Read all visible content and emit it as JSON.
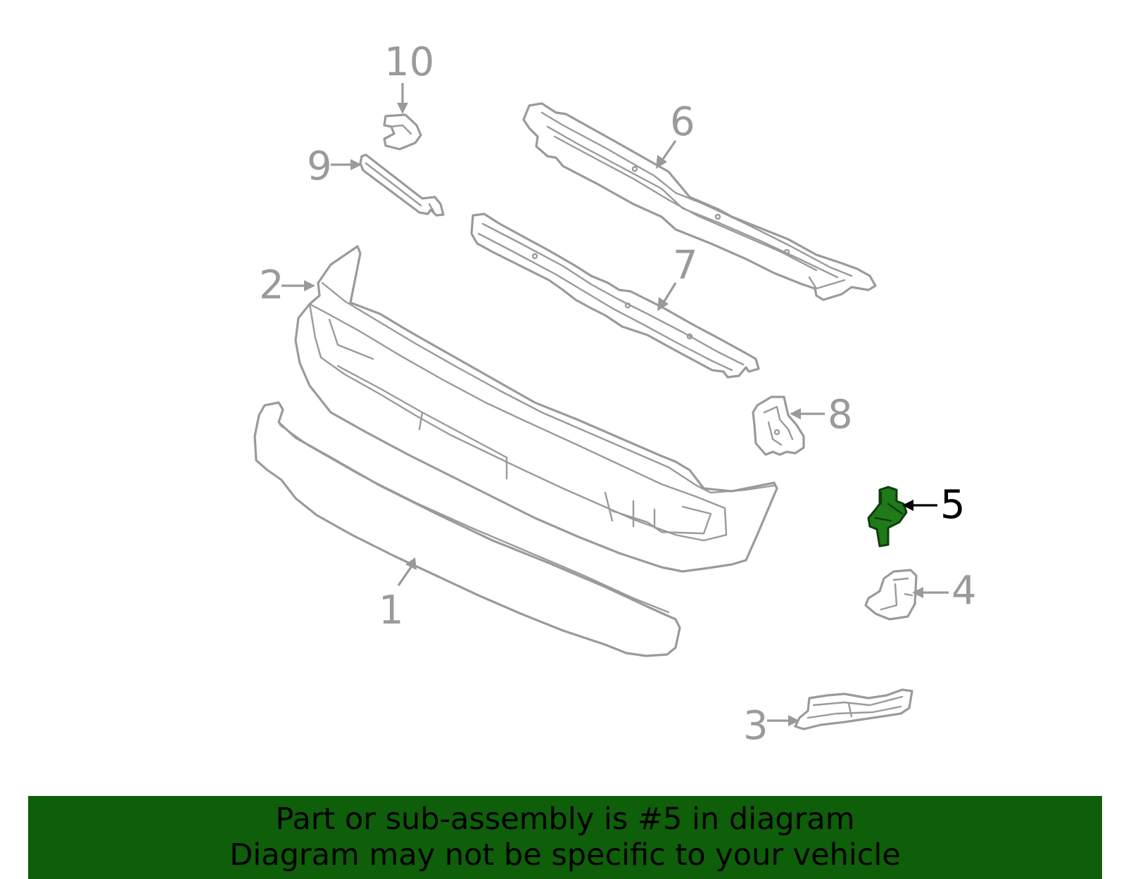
{
  "diagram": {
    "highlighted_part": "5",
    "callouts": [
      {
        "id": "1",
        "label": "1"
      },
      {
        "id": "2",
        "label": "2"
      },
      {
        "id": "3",
        "label": "3"
      },
      {
        "id": "4",
        "label": "4"
      },
      {
        "id": "5",
        "label": "5"
      },
      {
        "id": "6",
        "label": "6"
      },
      {
        "id": "7",
        "label": "7"
      },
      {
        "id": "8",
        "label": "8"
      },
      {
        "id": "9",
        "label": "9"
      },
      {
        "id": "10",
        "label": "10"
      }
    ],
    "colors": {
      "line": "#9a9a9a",
      "highlight_part": "#1f7a1a",
      "banner_bg": "#0f5e0a",
      "banner_text": "#000000"
    }
  },
  "banner": {
    "line1": "Part or sub-assembly is #5 in diagram",
    "line2": "Diagram may not be specific to your vehicle"
  }
}
